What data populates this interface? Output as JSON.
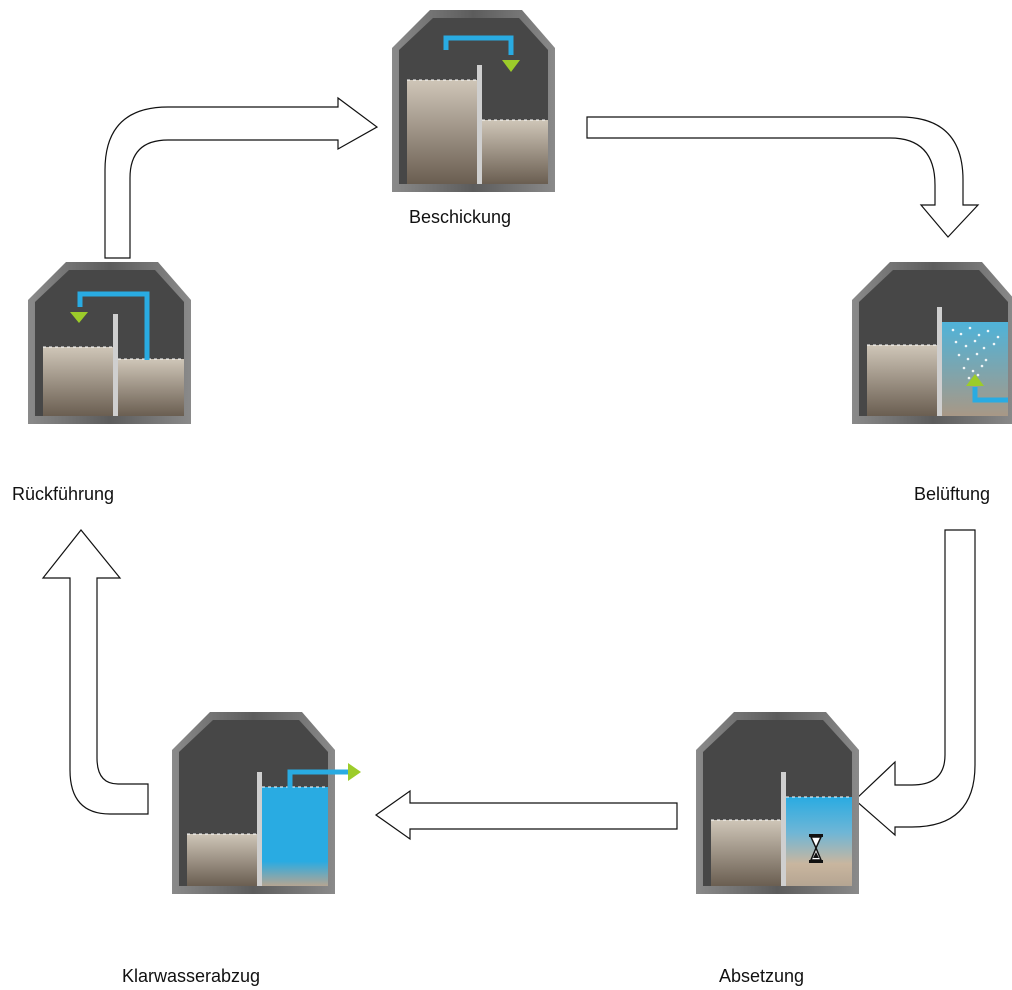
{
  "stages": {
    "beschickung": {
      "label": "Beschickung"
    },
    "belueftung": {
      "label": "Belüftung"
    },
    "absetzung": {
      "label": "Absetzung"
    },
    "klarwasserabzug": {
      "label": "Klarwasserabzug"
    },
    "rueckfuehrung": {
      "label": "Rückführung"
    }
  },
  "colors": {
    "tank_frame": "#6b6b6b",
    "tank_inner": "#4a4a4a",
    "sludge_top": "#c9bfb0",
    "sludge_bottom": "#6f6355",
    "water_blue": "#29abe2",
    "pipe_blue": "#1f9fe0",
    "marker_green": "#9ccc2a",
    "arrow_stroke": "#111111"
  }
}
